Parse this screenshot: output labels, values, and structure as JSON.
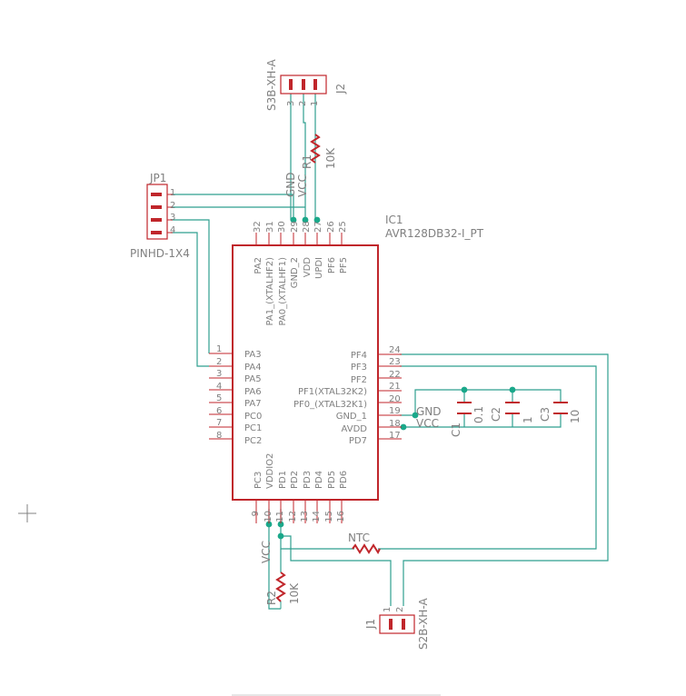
{
  "colors": {
    "wire": "#2f9f8f",
    "part": "#c0262b",
    "junction": "#1aa88a",
    "text": "#808080"
  },
  "ic": {
    "ref": "IC1",
    "value": "AVR128DB32-I_PT",
    "top_pins": [
      {
        "num": "32",
        "name": "PA2"
      },
      {
        "num": "31",
        "name": "PA1_(XTALHF2)"
      },
      {
        "num": "30",
        "name": "PA0_(XTALHF1)"
      },
      {
        "num": "29",
        "name": "GND_2"
      },
      {
        "num": "28",
        "name": "VDD"
      },
      {
        "num": "27",
        "name": "UPDI"
      },
      {
        "num": "26",
        "name": "PF6"
      },
      {
        "num": "25",
        "name": "PF5"
      }
    ],
    "left_pins": [
      {
        "num": "1",
        "name": "PA3"
      },
      {
        "num": "2",
        "name": "PA4"
      },
      {
        "num": "3",
        "name": "PA5"
      },
      {
        "num": "4",
        "name": "PA6"
      },
      {
        "num": "5",
        "name": "PA7"
      },
      {
        "num": "6",
        "name": "PC0"
      },
      {
        "num": "7",
        "name": "PC1"
      },
      {
        "num": "8",
        "name": "PC2"
      }
    ],
    "right_pins": [
      {
        "num": "24",
        "name": "PF4"
      },
      {
        "num": "23",
        "name": "PF3"
      },
      {
        "num": "22",
        "name": "PF2"
      },
      {
        "num": "21",
        "name": "PF1(XTAL32K2)"
      },
      {
        "num": "20",
        "name": "PF0_(XTAL32K1)"
      },
      {
        "num": "19",
        "name": "GND_1"
      },
      {
        "num": "18",
        "name": "AVDD"
      },
      {
        "num": "17",
        "name": "PD7"
      }
    ],
    "bottom_pins": [
      {
        "num": "9",
        "name": "PC3"
      },
      {
        "num": "10",
        "name": "VDDIO2"
      },
      {
        "num": "11",
        "name": "PD1"
      },
      {
        "num": "12",
        "name": "PD2"
      },
      {
        "num": "13",
        "name": "PD3"
      },
      {
        "num": "14",
        "name": "PD4"
      },
      {
        "num": "15",
        "name": "PD5"
      },
      {
        "num": "16",
        "name": "PD6"
      }
    ]
  },
  "j2": {
    "ref": "J2",
    "value": "S3B-XH-A",
    "pins": [
      "3",
      "2",
      "1"
    ]
  },
  "jp1": {
    "ref": "JP1",
    "value": "PINHD-1X4",
    "pins": [
      "1",
      "2",
      "3",
      "4"
    ]
  },
  "j1": {
    "ref": "J1",
    "value": "S2B-XH-A",
    "pins": [
      "1",
      "2"
    ]
  },
  "r1": {
    "ref": "R1",
    "value": "10K"
  },
  "r2": {
    "ref": "R2",
    "value": "10K"
  },
  "ntc": {
    "ref": "NTC"
  },
  "c1": {
    "ref": "C1",
    "value": "0.1"
  },
  "c2": {
    "ref": "C2",
    "value": "1"
  },
  "c3": {
    "ref": "C3",
    "value": "10"
  },
  "nets": {
    "gnd_top": "GND",
    "vcc_top": "VCC",
    "gnd_right": "GND",
    "vcc_right": "VCC",
    "vcc_bottom": "VCC"
  }
}
